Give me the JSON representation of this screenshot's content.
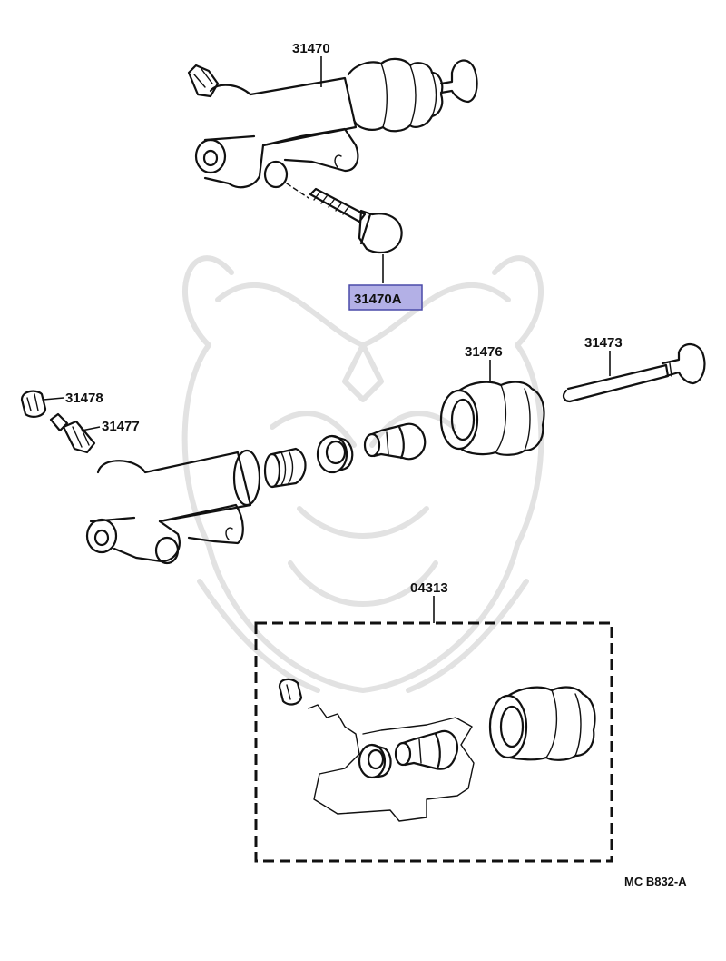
{
  "labels": {
    "slave_cylinder_assy": "31470",
    "bolt": "31470A",
    "boot": "31476",
    "push_rod": "31473",
    "cap": "31478",
    "bleeder_plug": "31477",
    "repair_kit": "04313"
  },
  "diagram_code": "MC B832-A",
  "colors": {
    "highlight_fill": "#b3b0e6",
    "highlight_border": "#4a4aa8",
    "line": "#111111",
    "watermark": "#e2e2e2"
  }
}
